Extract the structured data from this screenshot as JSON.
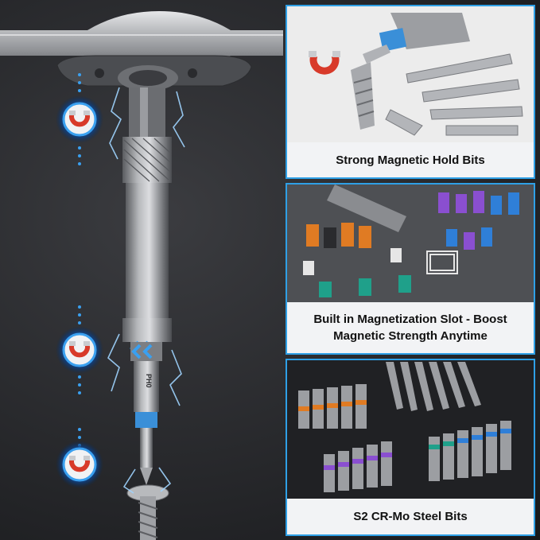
{
  "panels": [
    {
      "caption": "Strong Magnetic Hold Bits"
    },
    {
      "caption_line1": "Built in Magnetization Slot - Boost",
      "caption_line2": "Magnetic Strength Anytime"
    },
    {
      "caption": "S2 CR-Mo Steel Bits"
    }
  ],
  "bit_label": "PH0",
  "colors": {
    "accent": "#2fa0e6",
    "band_blue": "#3a8fd8",
    "caption_bg": "#f2f3f5",
    "magnet_red": "#d83a2a"
  }
}
